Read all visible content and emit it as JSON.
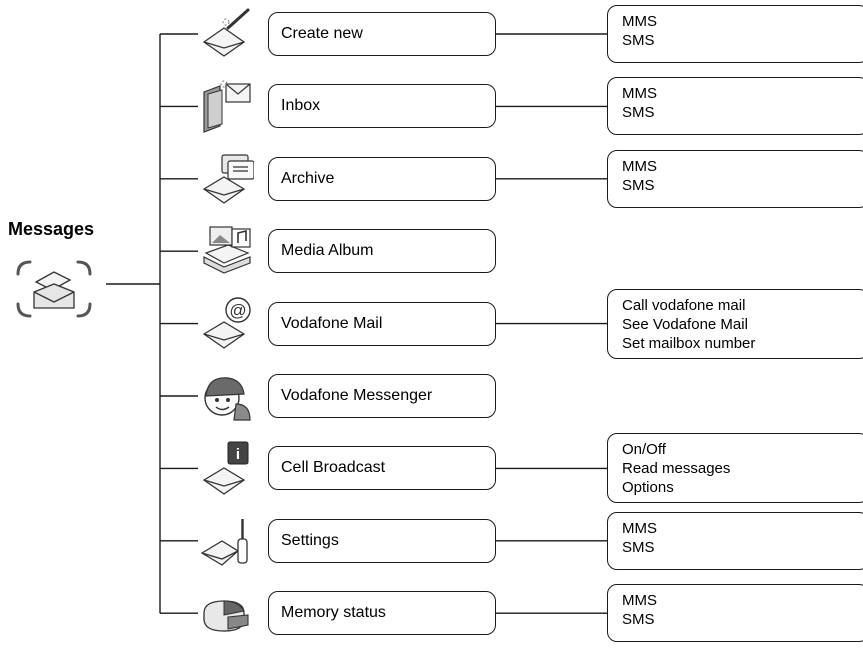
{
  "root": {
    "label": "Messages",
    "icon": "messages-envelope-icon"
  },
  "items": [
    {
      "label": "Create new",
      "icon": "pen-envelope-icon",
      "submenu": [
        "MMS",
        "SMS"
      ]
    },
    {
      "label": "Inbox",
      "icon": "inbox-tray-icon",
      "submenu": [
        "MMS",
        "SMS"
      ]
    },
    {
      "label": "Archive",
      "icon": "archive-envelope-icon",
      "submenu": [
        "MMS",
        "SMS"
      ]
    },
    {
      "label": "Media Album",
      "icon": "media-album-icon",
      "submenu": []
    },
    {
      "label": "Vodafone Mail",
      "icon": "at-envelope-icon",
      "submenu": [
        "Call vodafone mail",
        "See Vodafone Mail",
        "Set mailbox number"
      ]
    },
    {
      "label": "Vodafone Messenger",
      "icon": "messenger-boy-icon",
      "submenu": []
    },
    {
      "label": "Cell Broadcast",
      "icon": "info-envelope-icon",
      "submenu": [
        "On/Off",
        "Read messages",
        "Options"
      ]
    },
    {
      "label": "Settings",
      "icon": "screwdriver-envelope-icon",
      "submenu": [
        "MMS",
        "SMS"
      ]
    },
    {
      "label": "Memory status",
      "icon": "pie-chart-icon",
      "submenu": [
        "MMS",
        "SMS"
      ]
    }
  ]
}
